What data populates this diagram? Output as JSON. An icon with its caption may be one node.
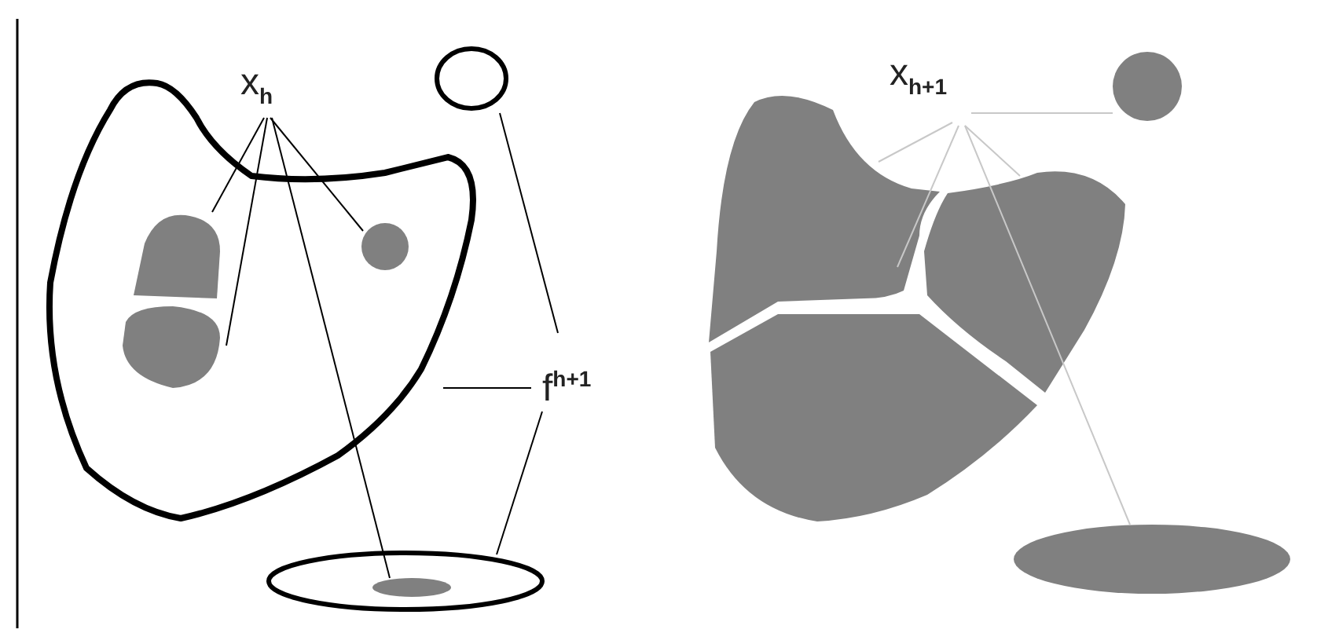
{
  "diagram": {
    "nodes": [
      {
        "text": [
          "x$_{h}$"
        ]
      },
      {
        "text": [],
        "shape": "blob"
      },
      {
        "text": [],
        "shape": "blob",
        "in": 1
      },
      {
        "text": [],
        "shape": "blob",
        "in": 1
      },
      {
        "text": [],
        "shape": "circle",
        "in": 1
      },
      {
        "text": [],
        "shape": "circle"
      },
      {
        "text": [],
        "shape": "ellipse"
      },
      {
        "text": [],
        "shape": "ellipse",
        "in": 6
      },
      {
        "text": [
          "f$^{h+1}$"
        ]
      },
      {
        "text": [
          "x$_{h+1}$"
        ]
      },
      {
        "text": [],
        "shape": "blob"
      },
      {
        "text": [],
        "shape": "blob"
      },
      {
        "text": [],
        "shape": "blob"
      },
      {
        "text": [],
        "shape": "circle"
      },
      {
        "text": [],
        "shape": "ellipse"
      }
    ],
    "edges": [
      {
        "from": 0,
        "to": 2,
        "arrow": "none"
      },
      {
        "from": 0,
        "to": 3,
        "arrow": "none"
      },
      {
        "from": 0,
        "to": 4,
        "arrow": "none"
      },
      {
        "from": 0,
        "to": 7,
        "arrow": "none"
      },
      {
        "from": 8,
        "to": 5,
        "arrow": "none"
      },
      {
        "from": 8,
        "to": 1,
        "arrow": "none"
      },
      {
        "from": 8,
        "to": 6,
        "arrow": "none"
      },
      {
        "from": 9,
        "to": 13,
        "arrow": "none",
        "color": "#c8c8c8"
      },
      {
        "from": 9,
        "to": 10,
        "arrow": "none",
        "color": "#c8c8c8"
      },
      {
        "from": 9,
        "to": 10,
        "arrow": "none",
        "color": "#c8c8c8"
      },
      {
        "from": 9,
        "to": 11,
        "arrow": "none",
        "color": "#c8c8c8"
      },
      {
        "from": 9,
        "to": 14,
        "arrow": "none",
        "color": "#c8c8c8"
      }
    ]
  }
}
